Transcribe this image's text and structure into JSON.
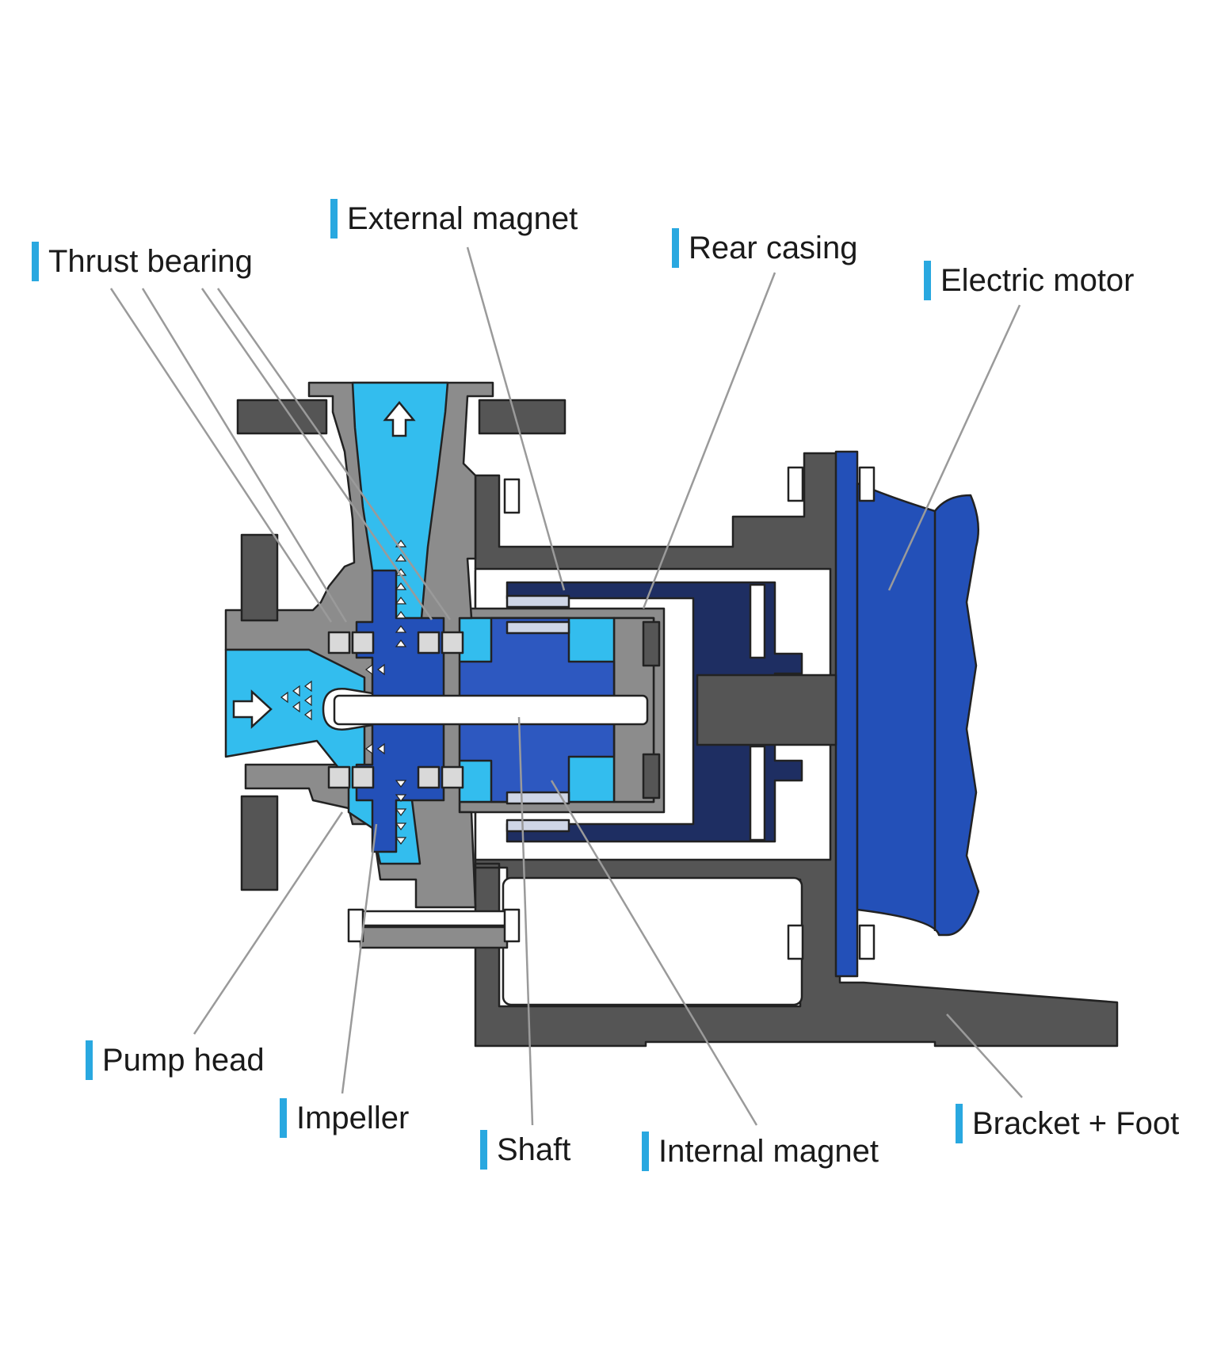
{
  "labels": {
    "thrust_bearing": "Thrust bearing",
    "external_magnet": "External magnet",
    "rear_casing": "Rear casing",
    "electric_motor": "Electric motor",
    "pump_head": "Pump head",
    "impeller": "Impeller",
    "shaft": "Shaft",
    "internal_magnet": "Internal magnet",
    "bracket_foot": "Bracket + Foot"
  },
  "colors": {
    "label_bar": "#29a8e0",
    "fluid": "#33bdee",
    "casing_grey": "#8c8c8c",
    "dark_grey": "#555555",
    "royal_blue": "#2350b8",
    "navy": "#1e2e62",
    "mid_blue": "#2d58c0",
    "leader_line": "#9a9a9a"
  }
}
